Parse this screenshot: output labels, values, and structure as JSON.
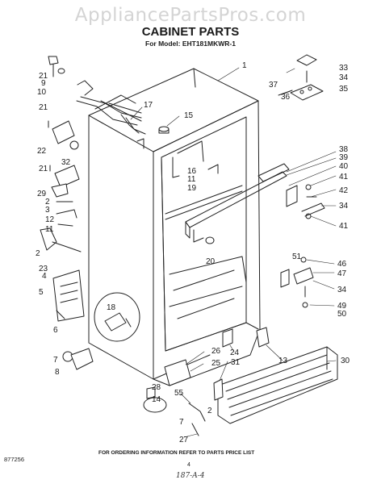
{
  "watermark": "AppliancePartsPros.com",
  "title": "CABINET PARTS",
  "subtitle": "For Model: EHT181MKWR-1",
  "callouts": [
    "1",
    "15",
    "17",
    "21",
    "9",
    "10",
    "21",
    "22",
    "21",
    "32",
    "29",
    "2",
    "3",
    "12",
    "11",
    "2",
    "23",
    "4",
    "5",
    "6",
    "7",
    "8",
    "18",
    "33",
    "34",
    "35",
    "37",
    "36",
    "16",
    "11",
    "19",
    "38",
    "39",
    "40",
    "41",
    "42",
    "34",
    "41",
    "20",
    "51",
    "46",
    "47",
    "34",
    "49",
    "50",
    "24",
    "13",
    "26",
    "25",
    "31",
    "30",
    "28",
    "14",
    "55",
    "2",
    "7",
    "27"
  ],
  "footer": {
    "ordering_note": "FOR ORDERING INFORMATION REFER TO PARTS PRICE LIST",
    "diagram_id": "877256",
    "page_number": "4",
    "handwritten": "187-A-4"
  }
}
